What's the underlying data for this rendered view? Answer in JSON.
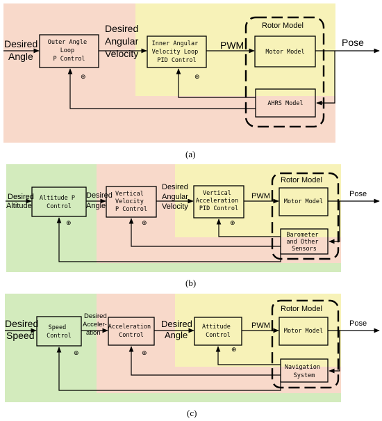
{
  "colors": {
    "pink": "#f8d9ca",
    "yellow": "#f7f2b8",
    "green": "#d3ebbd",
    "line": "#000000"
  },
  "sum_symbol": "⊕",
  "panel_a": {
    "caption": "(a)",
    "input_label": [
      "Desired",
      "Angle"
    ],
    "block_outer": [
      "Outer Angle",
      "Loop",
      "P Control"
    ],
    "mid_label": [
      "Desired",
      "Angular",
      "Velocity"
    ],
    "block_inner": [
      "Inner Angular",
      "Velocity Loop",
      "PID Control"
    ],
    "pwm_label": "PWM",
    "rotor_model_label": "Rotor Model",
    "motor_model_label": "Motor Model",
    "output_label": "Pose",
    "sensor_block": "AHRS Model"
  },
  "panel_b": {
    "caption": "(b)",
    "input_label": [
      "Desired",
      "Altitude"
    ],
    "block_1": [
      "Altitude P",
      "Control"
    ],
    "label_1": [
      "Desired",
      "Angle"
    ],
    "block_2": [
      "Vertical",
      "Velocity",
      "P Control"
    ],
    "label_2": [
      "Desired",
      "Angular",
      "Velocity"
    ],
    "block_3": [
      "Vertical",
      "Acceleration",
      "PID Control"
    ],
    "pwm_label": "PWM",
    "rotor_model_label": "Rotor Model",
    "motor_model_label": "Motor Model",
    "output_label": "Pose",
    "sensor_block": [
      "Barometer",
      "and Other",
      "Sensors"
    ]
  },
  "panel_c": {
    "caption": "(c)",
    "input_label": [
      "Desired",
      "Speed"
    ],
    "block_1": [
      "Speed",
      "Control"
    ],
    "label_1": [
      "Desired",
      "Acceler-",
      "ation"
    ],
    "block_2": [
      "Acceleration",
      "Control"
    ],
    "label_2": [
      "Desired",
      "Angle"
    ],
    "block_3": [
      "Attitude",
      "Control"
    ],
    "pwm_label": "PWM",
    "rotor_model_label": "Rotor Model",
    "motor_model_label": "Motor Model",
    "output_label": "Pose",
    "sensor_block": [
      "Navigation",
      "System"
    ]
  }
}
